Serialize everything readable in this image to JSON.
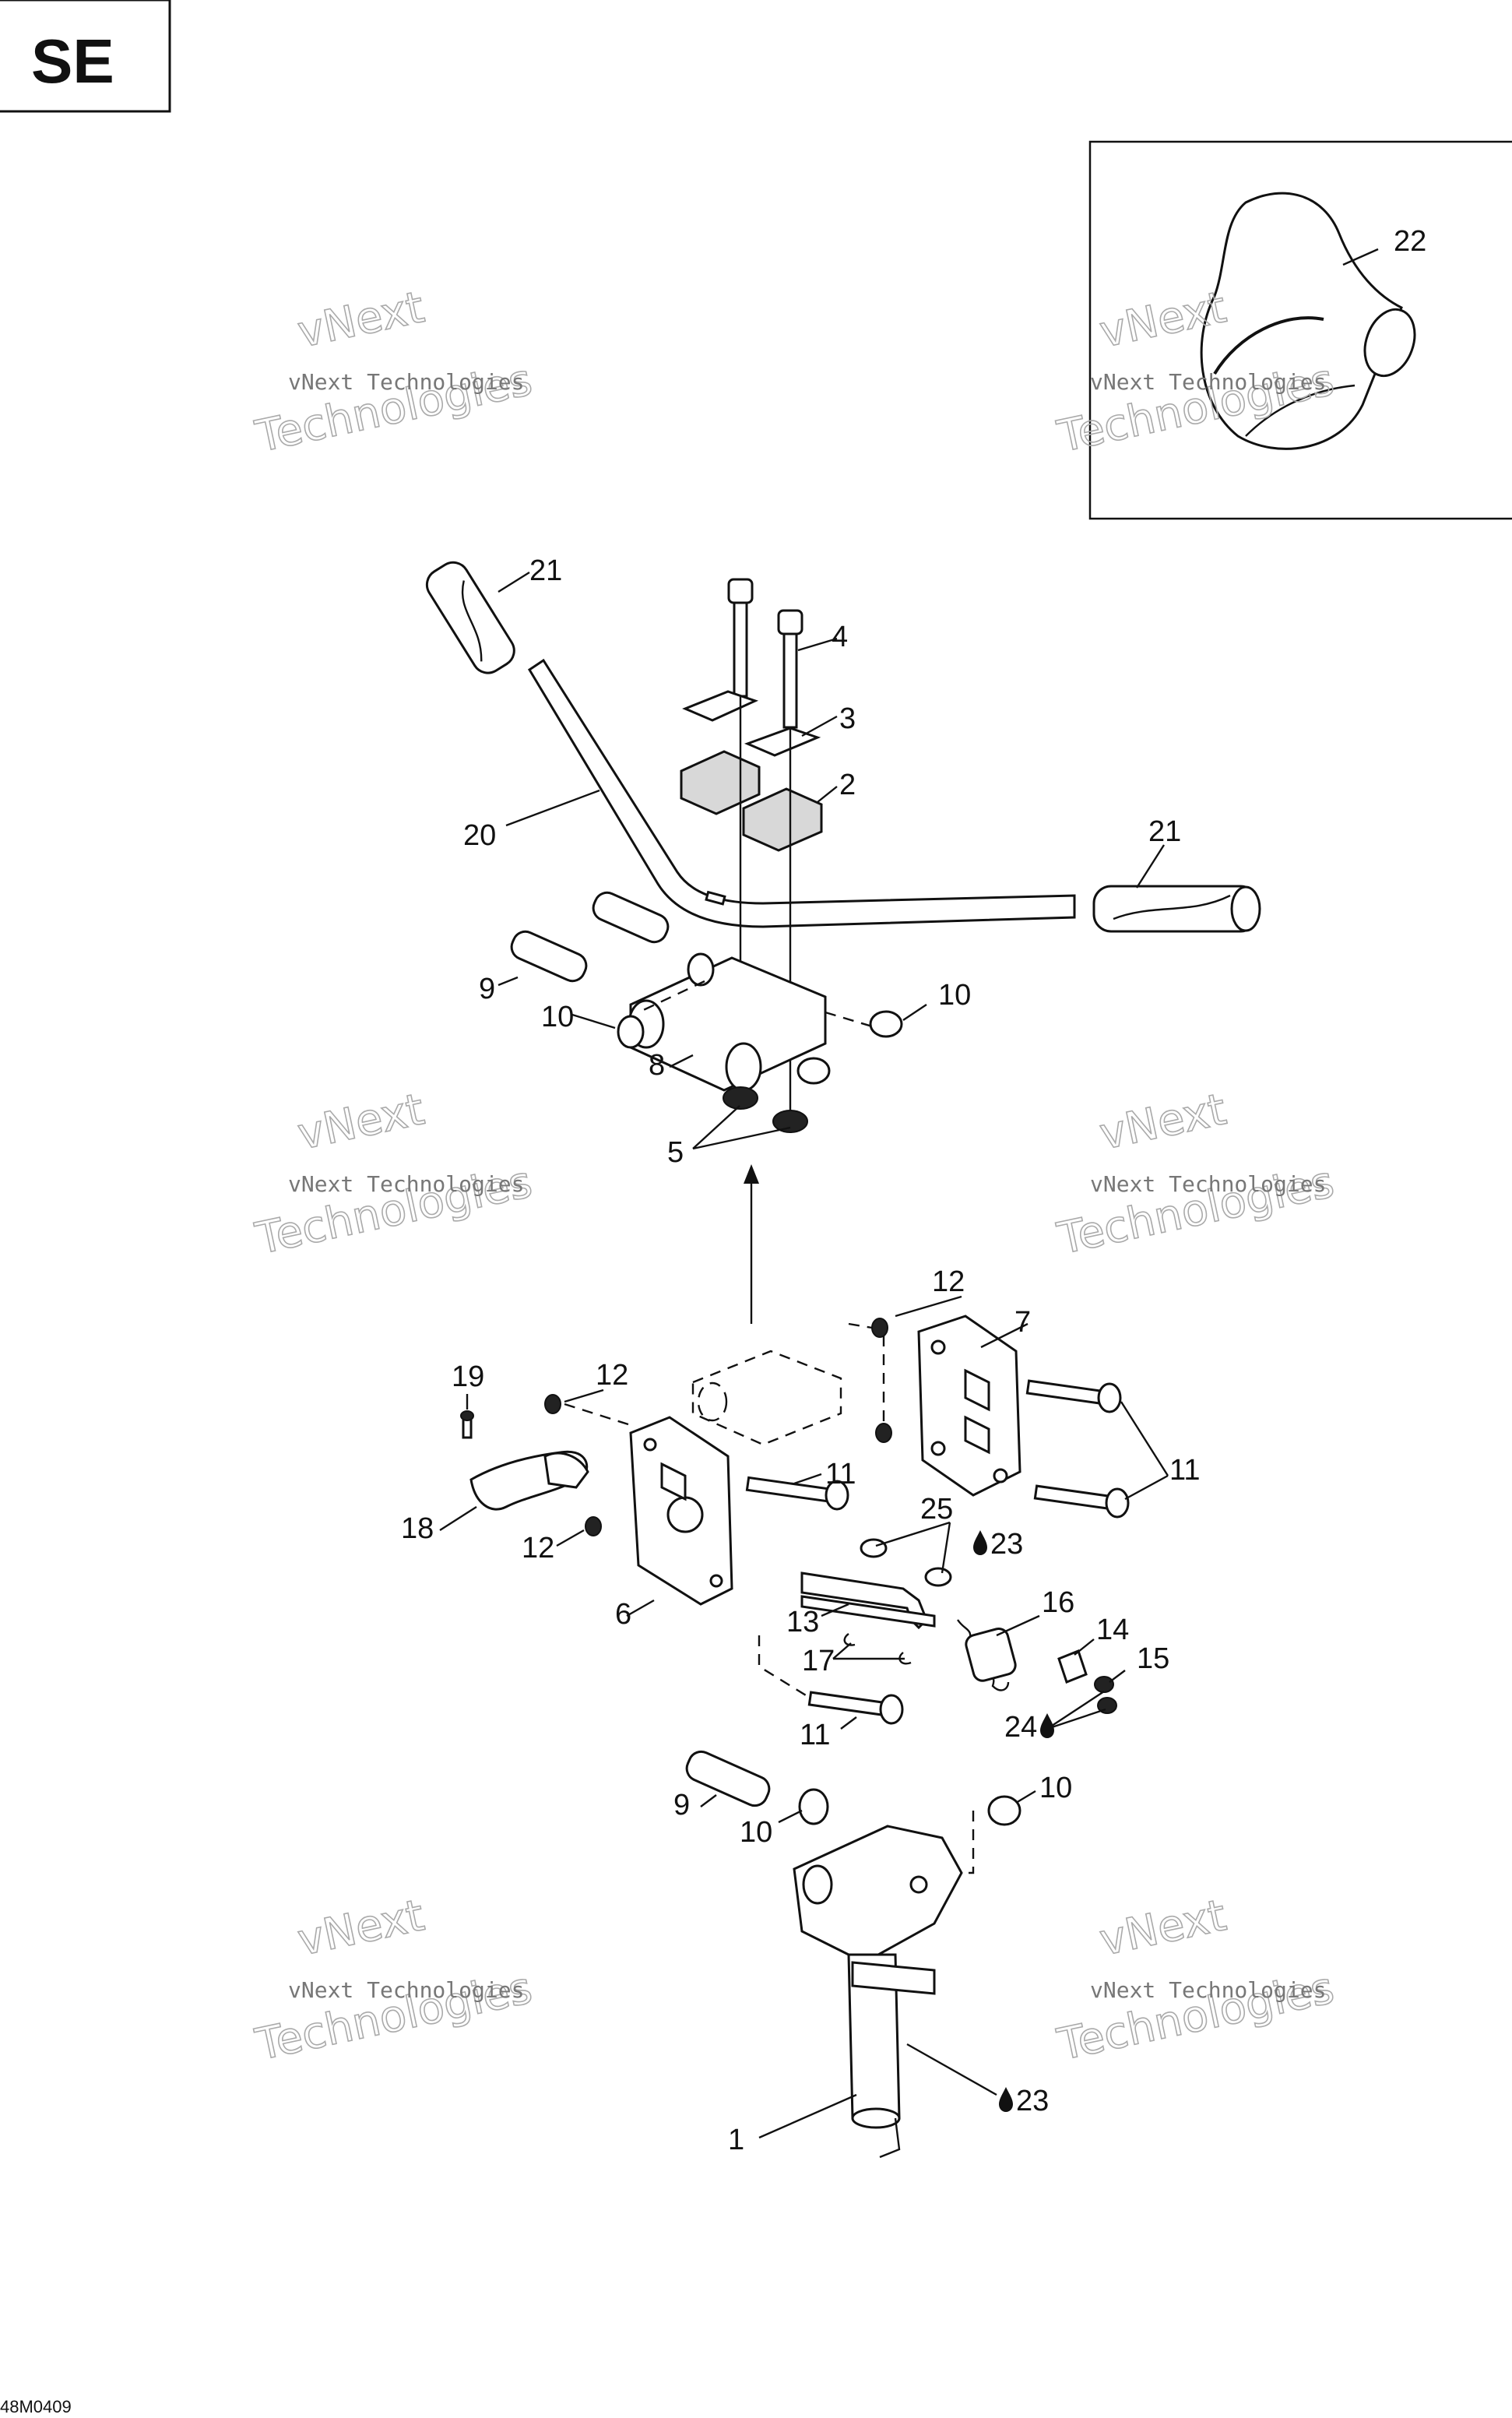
{
  "section_tag": "SE",
  "drawing_code": "48M0409",
  "watermark": {
    "line1": "vNext Technologies",
    "line2": "vNext",
    "line3": "Technologies"
  },
  "callouts": {
    "c1": "1",
    "c2": "2",
    "c3": "3",
    "c4": "4",
    "c5": "5",
    "c6": "6",
    "c7": "7",
    "c8": "8",
    "c9a": "9",
    "c9b": "9",
    "c10a": "10",
    "c10b": "10",
    "c10c": "10",
    "c10d": "10",
    "c11a": "11",
    "c11b": "11",
    "c11c": "11",
    "c12a": "12",
    "c12b": "12",
    "c12c": "12",
    "c13": "13",
    "c14": "14",
    "c15": "15",
    "c16": "16",
    "c17": "17",
    "c18": "18",
    "c19": "19",
    "c20": "20",
    "c21a": "21",
    "c21b": "21",
    "c22": "22",
    "c23a": "23",
    "c23b": "23",
    "c24": "24",
    "c25": "25"
  },
  "icons": {
    "lubricant": "drop-icon"
  }
}
